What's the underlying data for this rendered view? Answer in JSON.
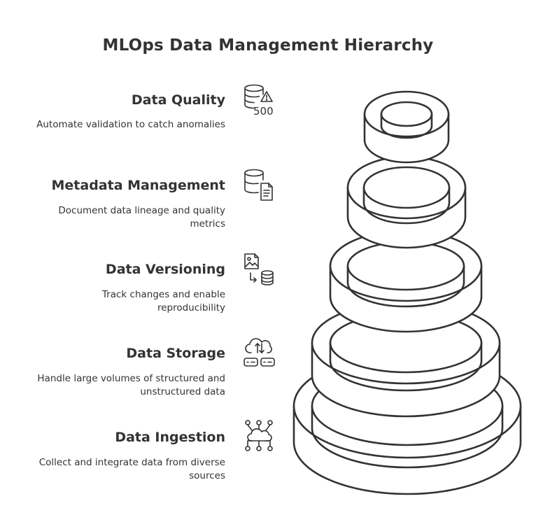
{
  "title": "MLOps Data Management Hierarchy",
  "levels": [
    {
      "title": "Data Quality",
      "description": "Automate validation to catch anomalies",
      "icon": "database-warning-icon",
      "icon_badge": "500"
    },
    {
      "title": "Metadata Management",
      "description": "Document data lineage and quality metrics",
      "icon": "database-document-icon"
    },
    {
      "title": "Data Versioning",
      "description": "Track changes and enable reproducibility",
      "icon": "image-to-database-icon"
    },
    {
      "title": "Data Storage",
      "description": "Handle large volumes of structured and unstructured data",
      "icon": "cloud-storage-icon"
    },
    {
      "title": "Data Ingestion",
      "description": "Collect and integrate data from diverse sources",
      "icon": "cloud-network-icon"
    }
  ],
  "colors": {
    "stroke": "#333333",
    "background": "#ffffff"
  }
}
